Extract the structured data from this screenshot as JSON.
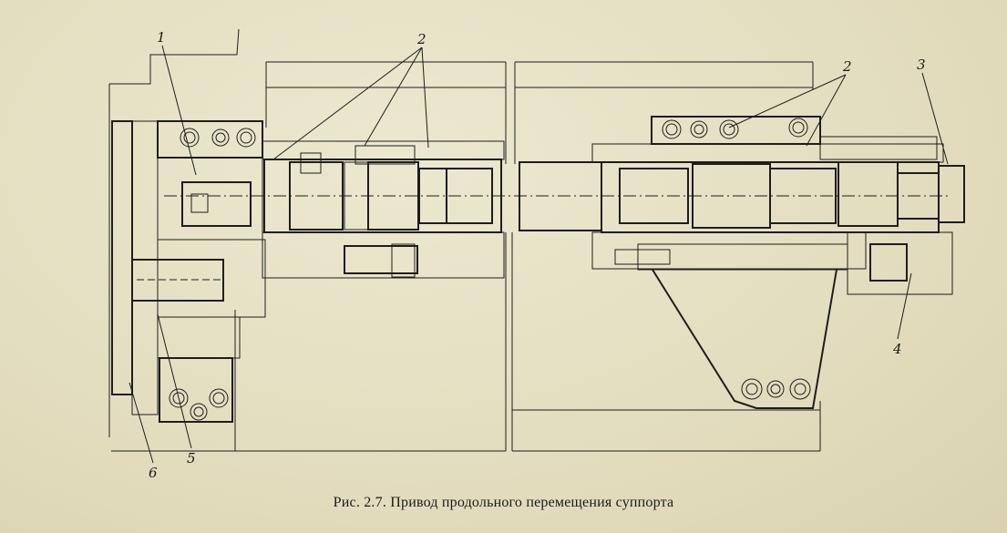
{
  "figure": {
    "caption": "Рис. 2.7. Привод продольного перемещения суппорта",
    "callouts": {
      "c1": "1",
      "c2a": "2",
      "c2b": "2",
      "c3": "3",
      "c4": "4",
      "c5": "5",
      "c6": "6"
    }
  }
}
